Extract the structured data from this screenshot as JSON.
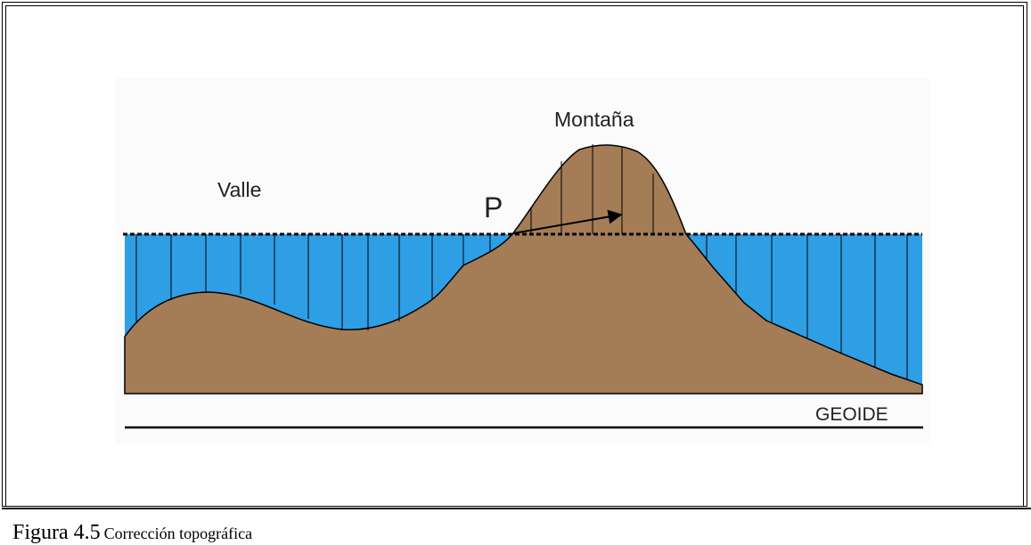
{
  "figure": {
    "labels": {
      "valle": "Valle",
      "montana": "Montaña",
      "point": "P",
      "geoide": "GEOIDE"
    },
    "colors": {
      "water": "#2e9ee5",
      "terrain": "#a47c56",
      "line": "#000000"
    }
  },
  "caption": {
    "number": "Figura 4.5",
    "text": "Corrección topográfica"
  }
}
